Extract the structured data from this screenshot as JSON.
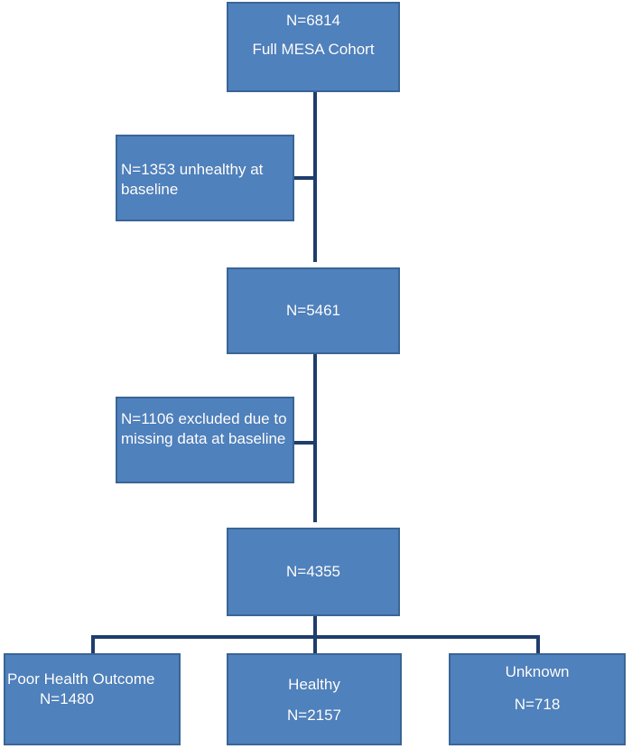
{
  "cohort_box": {
    "count": "N=6814",
    "label": "Full MESA Cohort"
  },
  "exclusion_1": {
    "text": "N=1353  unhealthy at baseline"
  },
  "after_exclusion_1": {
    "count": "N=5461"
  },
  "exclusion_2": {
    "text": "N=1106  excluded due to missing data at baseline"
  },
  "analytic_sample": {
    "count": "N=4355"
  },
  "outcomes": {
    "poor_health": {
      "label": "Poor Health Outcome",
      "count": "N=1480"
    },
    "healthy": {
      "label": "Healthy",
      "count": "N=2157"
    },
    "unknown": {
      "label": "Unknown",
      "count": "N=718"
    }
  },
  "colors": {
    "box_fill": "#4f81bd",
    "box_border": "#3a6595",
    "connector": "#1f3d6d",
    "text": "#ffffff"
  }
}
